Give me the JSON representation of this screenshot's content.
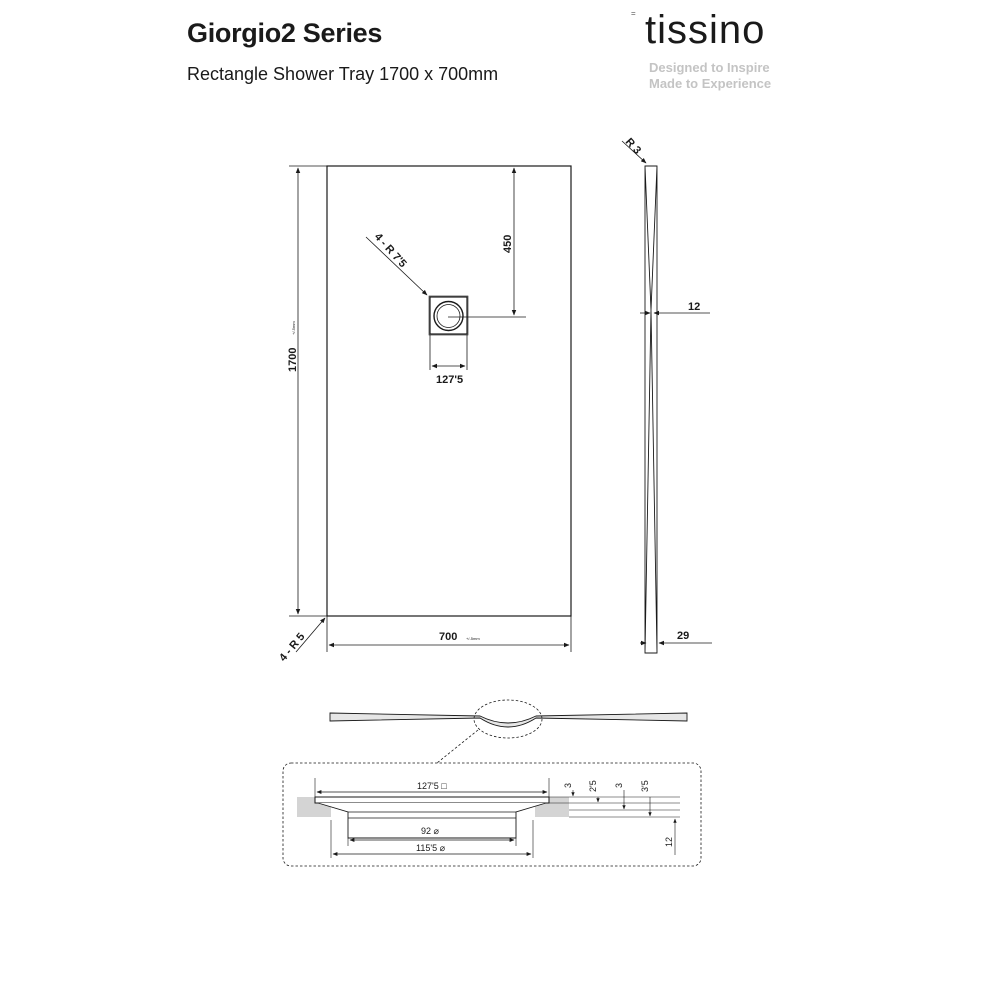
{
  "header": {
    "title": "Giorgio2 Series",
    "subtitle": "Rectangle Shower Tray 1700 x 700mm"
  },
  "brand": {
    "mark": "=",
    "name": "tissino",
    "tagline_1": "Designed to Inspire",
    "tagline_2": "Made to Experience",
    "tagline_color": "#c4c4c4"
  },
  "plan_view": {
    "dim_length": "1700",
    "dim_length_tol": "+/-5mm",
    "dim_width": "700",
    "dim_width_tol": "+/-5mm",
    "dim_drain_offset": "450",
    "dim_drain_width": "127'5",
    "corner_radius": "4 - R 5",
    "drain_radius": "4 - R 7'5"
  },
  "side_view": {
    "edge_radius": "R 3",
    "dim_thickness_mid": "12",
    "dim_thickness_end": "29"
  },
  "drain_detail": {
    "dim_top_width": "127'5 □",
    "dim_inner": "92 ⌀",
    "dim_outer": "115'5 ⌀",
    "dim_v1": "3",
    "dim_v2": "2'5",
    "dim_v3": "3",
    "dim_v4": "3'5",
    "dim_v5": "12"
  }
}
